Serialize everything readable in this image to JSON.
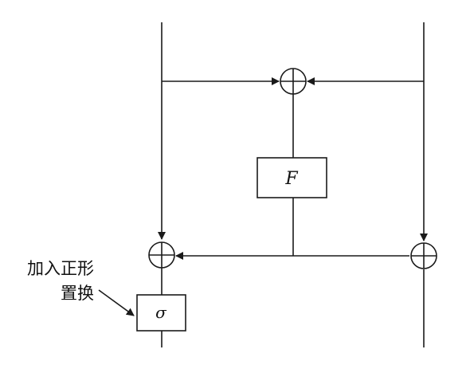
{
  "diagram": {
    "function_box": {
      "label": "F"
    },
    "sigma_box": {
      "label": "σ"
    },
    "annotation": {
      "line1": "加入正形",
      "line2": "置换"
    }
  }
}
